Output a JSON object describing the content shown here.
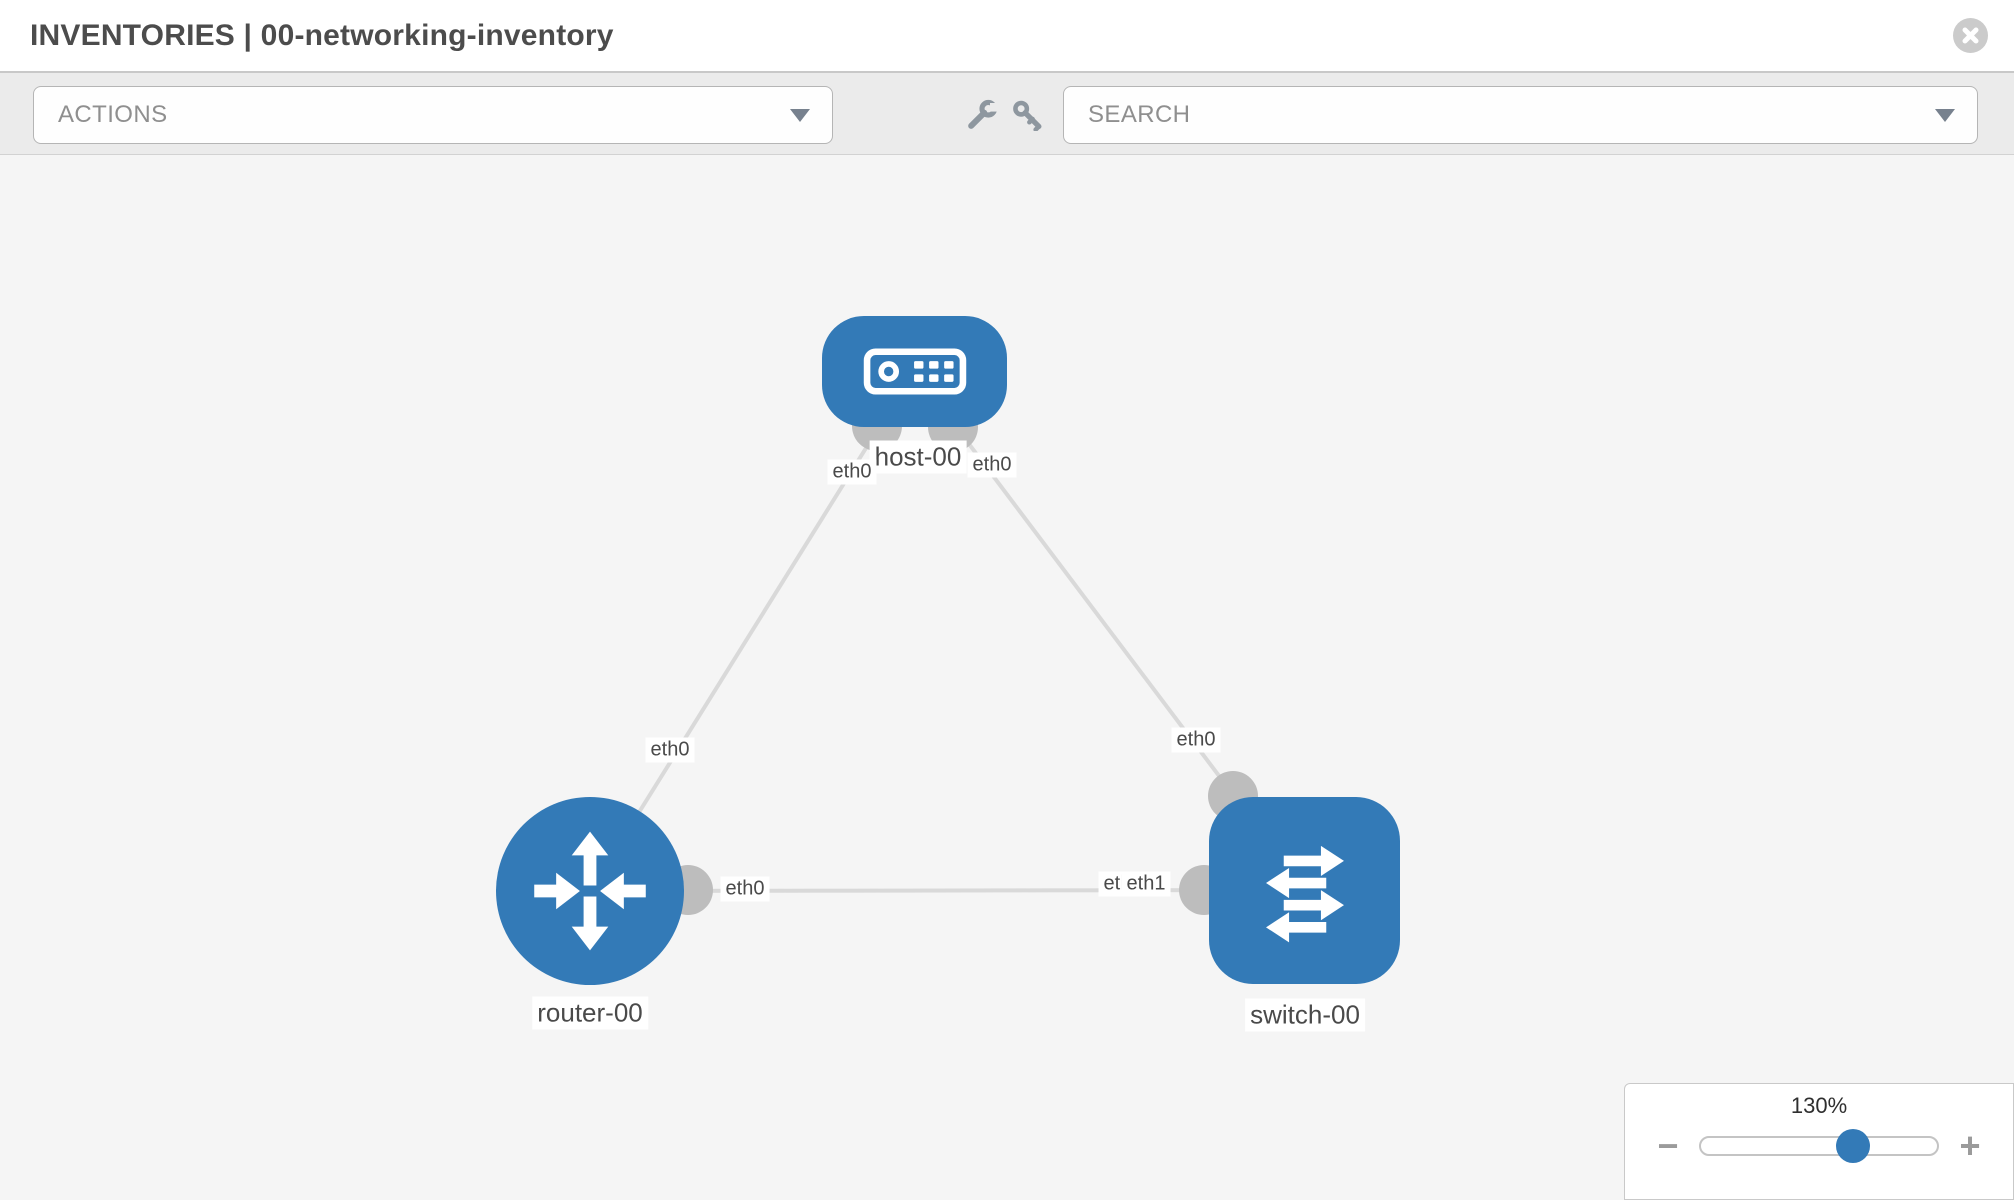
{
  "header": {
    "title": "INVENTORIES | 00-networking-inventory"
  },
  "toolbar": {
    "actions_label": "ACTIONS",
    "search_label": "SEARCH"
  },
  "icons": {
    "close": "close-circle-x",
    "wrench": "wrench",
    "key": "key",
    "actions_caret": "chevron-down",
    "search_caret": "chevron-down",
    "zoom_out": "minus",
    "zoom_in": "plus",
    "host": "server-front-panel",
    "router": "four-direction-arrows",
    "switch": "exchange-arrows"
  },
  "zoom_control": {
    "level": "130%",
    "minus_label": "−",
    "plus_label": "+"
  },
  "colors": {
    "node_blue": "#337ab7",
    "interface_bubble": "#bdbdbd",
    "link_line": "#d9d9d9",
    "canvas_bg": "#f5f5f5",
    "toolbar_bg": "#ebebeb"
  },
  "topology": {
    "nodes": [
      {
        "name": "host-00",
        "type": "host"
      },
      {
        "name": "router-00",
        "type": "router"
      },
      {
        "name": "switch-00",
        "type": "switch"
      }
    ],
    "links": [
      {
        "source": "host-00",
        "source_interface": "eth0",
        "target": "router-00",
        "target_interface": "eth0"
      },
      {
        "source": "host-00",
        "source_interface": "eth0",
        "target": "switch-00",
        "target_interface": "eth0"
      },
      {
        "source": "router-00",
        "source_interface": "eth0",
        "target": "switch-00",
        "target_interface": "eth1"
      }
    ],
    "interface_labels": {
      "host_left": "eth0",
      "host_right": "eth0",
      "router_link_mid": "eth0",
      "switch_link_mid": "eth0",
      "router_right": "eth0",
      "switch_left_under": "eth0",
      "switch_left": "eth1"
    }
  }
}
